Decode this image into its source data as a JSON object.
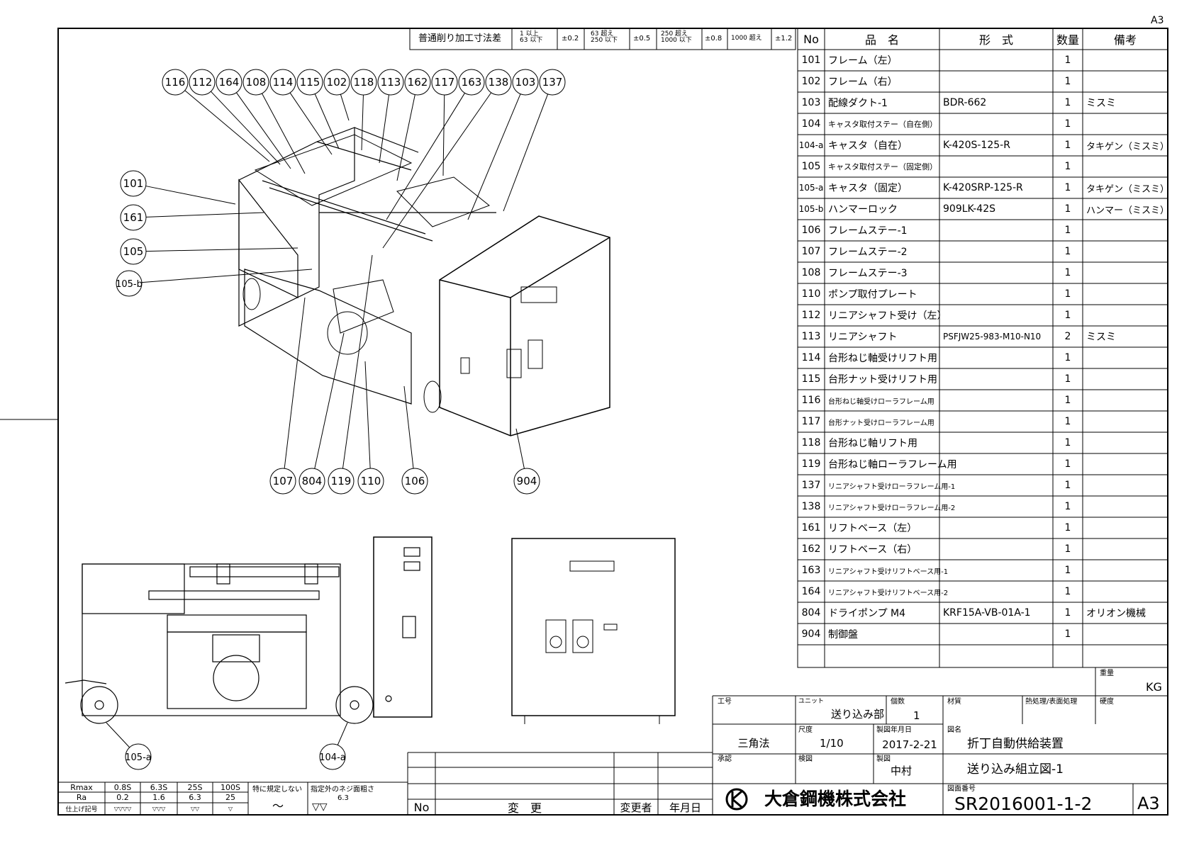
{
  "sheet_size": "A3",
  "tolerance": {
    "title": "普通削り加工寸法差",
    "ranges": [
      {
        "range": "1 以上\n63 以下",
        "value": "±0.2"
      },
      {
        "range": "63 超え\n250 以下",
        "value": "±0.5"
      },
      {
        "range": "250 超え\n1000 以下",
        "value": "±0.8"
      },
      {
        "range": "1000 超え",
        "value": "±1.2"
      }
    ]
  },
  "parts_header": {
    "no": "No",
    "name": "品　名",
    "model": "形　式",
    "qty": "数量",
    "note": "備考"
  },
  "parts": [
    {
      "no": "101",
      "name": "フレーム（左）",
      "model": "",
      "qty": "1",
      "note": ""
    },
    {
      "no": "102",
      "name": "フレーム（右）",
      "model": "",
      "qty": "1",
      "note": ""
    },
    {
      "no": "103",
      "name": "配線ダクト-1",
      "model": "BDR-662",
      "qty": "1",
      "note": "ミスミ"
    },
    {
      "no": "104",
      "name": "キャスタ取付ステー（自在側）",
      "model": "",
      "qty": "1",
      "note": ""
    },
    {
      "no": "104-a",
      "name": "キャスタ（自在）",
      "model": "K-420S-125-R",
      "qty": "1",
      "note": "タキゲン（ミスミ）"
    },
    {
      "no": "105",
      "name": "キャスタ取付ステー（固定側）",
      "model": "",
      "qty": "1",
      "note": ""
    },
    {
      "no": "105-a",
      "name": "キャスタ（固定）",
      "model": "K-420SRP-125-R",
      "qty": "1",
      "note": "タキゲン（ミスミ）"
    },
    {
      "no": "105-b",
      "name": "ハンマーロック",
      "model": "909LK-42S",
      "qty": "1",
      "note": "ハンマー（ミスミ）"
    },
    {
      "no": "106",
      "name": "フレームステー-1",
      "model": "",
      "qty": "1",
      "note": ""
    },
    {
      "no": "107",
      "name": "フレームステー-2",
      "model": "",
      "qty": "1",
      "note": ""
    },
    {
      "no": "108",
      "name": "フレームステー-3",
      "model": "",
      "qty": "1",
      "note": ""
    },
    {
      "no": "110",
      "name": "ポンプ取付プレート",
      "model": "",
      "qty": "1",
      "note": ""
    },
    {
      "no": "112",
      "name": "リニアシャフト受け（左）",
      "model": "",
      "qty": "1",
      "note": ""
    },
    {
      "no": "113",
      "name": "リニアシャフト",
      "model": "PSFJW25-983-M10-N10",
      "qty": "2",
      "note": "ミスミ"
    },
    {
      "no": "114",
      "name": "台形ねじ軸受けリフト用",
      "model": "",
      "qty": "1",
      "note": ""
    },
    {
      "no": "115",
      "name": "台形ナット受けリフト用",
      "model": "",
      "qty": "1",
      "note": ""
    },
    {
      "no": "116",
      "name": "台形ねじ軸受けローラフレーム用",
      "model": "",
      "qty": "1",
      "note": ""
    },
    {
      "no": "117",
      "name": "台形ナット受けローラフレーム用",
      "model": "",
      "qty": "1",
      "note": ""
    },
    {
      "no": "118",
      "name": "台形ねじ軸リフト用",
      "model": "",
      "qty": "1",
      "note": ""
    },
    {
      "no": "119",
      "name": "台形ねじ軸ローラフレーム用",
      "model": "",
      "qty": "1",
      "note": ""
    },
    {
      "no": "137",
      "name": "リニアシャフト受けローラフレーム用-1",
      "model": "",
      "qty": "1",
      "note": ""
    },
    {
      "no": "138",
      "name": "リニアシャフト受けローラフレーム用-2",
      "model": "",
      "qty": "1",
      "note": ""
    },
    {
      "no": "161",
      "name": "リフトベース（左）",
      "model": "",
      "qty": "1",
      "note": ""
    },
    {
      "no": "162",
      "name": "リフトベース（右）",
      "model": "",
      "qty": "1",
      "note": ""
    },
    {
      "no": "163",
      "name": "リニアシャフト受けリフトベース用-1",
      "model": "",
      "qty": "1",
      "note": ""
    },
    {
      "no": "164",
      "name": "リニアシャフト受けリフトベース用-2",
      "model": "",
      "qty": "1",
      "note": ""
    },
    {
      "no": "804",
      "name": "ドライポンプ M4",
      "model": "KRF15A-VB-01A-1",
      "qty": "1",
      "note": "オリオン機械"
    },
    {
      "no": "904",
      "name": "制御盤",
      "model": "",
      "qty": "1",
      "note": ""
    },
    {
      "no": "",
      "name": "",
      "model": "",
      "qty": "",
      "note": ""
    }
  ],
  "balloons": {
    "top": [
      "116",
      "112",
      "164",
      "108",
      "114",
      "115",
      "102",
      "118",
      "113",
      "162",
      "117",
      "163",
      "138",
      "103",
      "137"
    ],
    "left": [
      "101",
      "161",
      "105",
      "105-b"
    ],
    "bottom": [
      "107",
      "804",
      "119",
      "110",
      "106",
      "904"
    ],
    "front_view": [
      "105-a",
      "104-a"
    ]
  },
  "roughness": {
    "rows": [
      {
        "label": "Rmax",
        "values": [
          "0.8S",
          "6.3S",
          "25S",
          "100S"
        ]
      },
      {
        "label": "Ra",
        "values": [
          "0.2",
          "1.6",
          "6.3",
          "25"
        ]
      },
      {
        "label": "仕上げ記号",
        "values": [
          "▽▽▽▽",
          "▽▽▽",
          "▽▽",
          "▽"
        ]
      }
    ],
    "unspecified_label": "特に規定しない",
    "unspecified_symbol": "～",
    "other_label": "指定外のネジ面粗さ",
    "other_value": "6.3",
    "other_symbol": "▽▽"
  },
  "revision": {
    "no": "No",
    "change": "変　更",
    "changer": "変更者",
    "date": "年月日"
  },
  "title_block": {
    "weight_label": "重量",
    "weight_unit": "KG",
    "kouban_label": "工号",
    "unit_label": "ユニット",
    "unit_value": "送り込み部",
    "count_label": "個数",
    "count_value": "1",
    "material_label": "材質",
    "heat_label": "熱処理/表面処理",
    "hardness_label": "硬度",
    "projection": "三角法",
    "scale_label": "尺度",
    "scale_value": "1/10",
    "date_label": "製図年月日",
    "date_value": "2017-2-21",
    "drawing_name_label": "図名",
    "drawing_name_1": "折丁自動供給装置",
    "drawing_name_2": "送り込み組立図-1",
    "approve_label": "承認",
    "check_label": "検図",
    "draft_label": "製図",
    "drafter": "中村",
    "company": "大倉鋼機株式会社",
    "drawing_no_label": "図面番号",
    "drawing_no": "SR2016001-1-2",
    "size": "A3"
  }
}
